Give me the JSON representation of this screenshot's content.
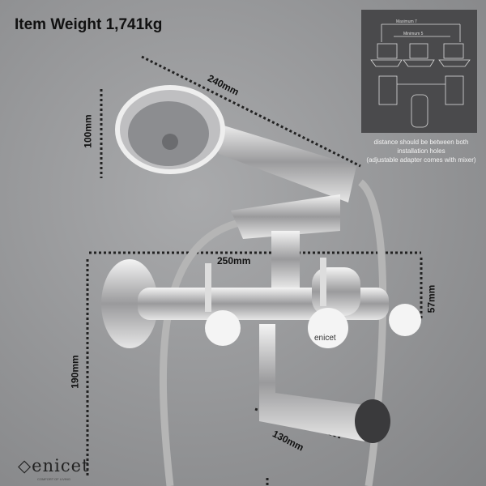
{
  "title": "Item Weight 1,741kg",
  "diagram": {
    "max_label": "Maximum 7",
    "min_label": "Minimum 5"
  },
  "note": [
    "distance should be between both",
    "installation  holes",
    "(adjustable adapter comes with mixer)"
  ],
  "dimensions": {
    "handshower_length": "240mm",
    "handshower_width": "100mm",
    "mixer_width": "250mm",
    "mixer_height": "190mm",
    "spout_length": "130mm",
    "handle_height": "57mm"
  },
  "brand": {
    "name": "enicet",
    "tagline": "COMFORT OF LIVING",
    "handle_logo": "enicet"
  }
}
